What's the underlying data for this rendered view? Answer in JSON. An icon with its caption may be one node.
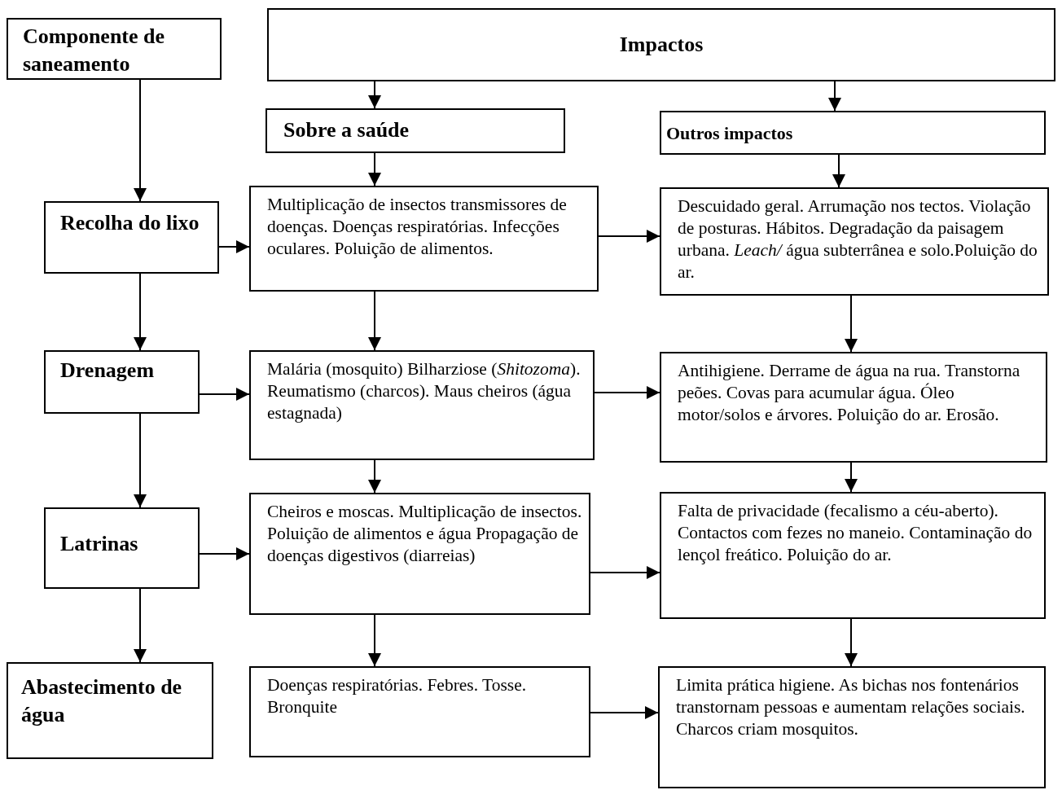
{
  "diagram": {
    "nodes": [
      {
        "text": [
          "Componente de saneamento"
        ]
      },
      {
        "text": [
          "Impactos"
        ]
      },
      {
        "text": [
          "Sobre a saúde"
        ]
      },
      {
        "text": [
          "Outros impactos"
        ]
      },
      {
        "text": [
          "Recolha do lixo"
        ]
      },
      {
        "text": [
          "Multiplicação de insectos transmissores de doenças. Doenças respiratórias. Infecções oculares. Poluição de alimentos."
        ]
      },
      {
        "text": [
          "Descuidado geral. Arrumação nos tectos. Violação de posturas. Hábitos. Degradação da paisagem urbana. *Leach/* água subterrânea e solo.Poluição do ar."
        ]
      },
      {
        "text": [
          "Drenagem"
        ]
      },
      {
        "text": [
          "Malária (mosquito) Bilharziose (*Shitozoma*). Reumatismo (charcos). Maus cheiros (água estagnada)"
        ]
      },
      {
        "text": [
          "Antihigiene. Derrame de água na rua. Transtorna peões. Covas para acumular água. Óleo motor/solos e árvores. Poluição do ar. Erosão."
        ]
      },
      {
        "text": [
          "Latrinas"
        ]
      },
      {
        "text": [
          "Cheiros e moscas. Multiplicação de insectos. Poluição de alimentos e água Propagação de doenças digestivos (diarreias)"
        ]
      },
      {
        "text": [
          "Falta de privacidade (fecalismo a céu-aberto). Contactos com fezes no maneio. Contaminação do lençol freático. Poluição do ar."
        ]
      },
      {
        "text": [
          "Abastecimento de água"
        ]
      },
      {
        "text": [
          "Doenças respiratórias. Febres. Tosse. Bronquite"
        ]
      },
      {
        "text": [
          "Limita prática higiene. As bichas nos fontenários transtornam pessoas e aumentam relações sociais. Charcos criam mosquitos."
        ]
      }
    ],
    "edges": [
      {
        "from": 0,
        "to": 4,
        "arrow": "to"
      },
      {
        "from": 1,
        "to": 2,
        "arrow": "to"
      },
      {
        "from": 1,
        "to": 3,
        "arrow": "to"
      },
      {
        "from": 2,
        "to": 5,
        "arrow": "to"
      },
      {
        "from": 3,
        "to": 6,
        "arrow": "to"
      },
      {
        "from": 4,
        "to": 5,
        "arrow": "to"
      },
      {
        "from": 5,
        "to": 6,
        "arrow": "to"
      },
      {
        "from": 4,
        "to": 7,
        "arrow": "to"
      },
      {
        "from": 5,
        "to": 8,
        "arrow": "to"
      },
      {
        "from": 6,
        "to": 9,
        "arrow": "to"
      },
      {
        "from": 7,
        "to": 8,
        "arrow": "to"
      },
      {
        "from": 8,
        "to": 9,
        "arrow": "to"
      },
      {
        "from": 7,
        "to": 10,
        "arrow": "to"
      },
      {
        "from": 8,
        "to": 11,
        "arrow": "to"
      },
      {
        "from": 9,
        "to": 12,
        "arrow": "to"
      },
      {
        "from": 10,
        "to": 11,
        "arrow": "to"
      },
      {
        "from": 11,
        "to": 12,
        "arrow": "to"
      },
      {
        "from": 10,
        "to": 13,
        "arrow": "to"
      },
      {
        "from": 11,
        "to": 14,
        "arrow": "to"
      },
      {
        "from": 12,
        "to": 15,
        "arrow": "to"
      },
      {
        "from": 14,
        "to": 15,
        "arrow": "to"
      }
    ]
  }
}
